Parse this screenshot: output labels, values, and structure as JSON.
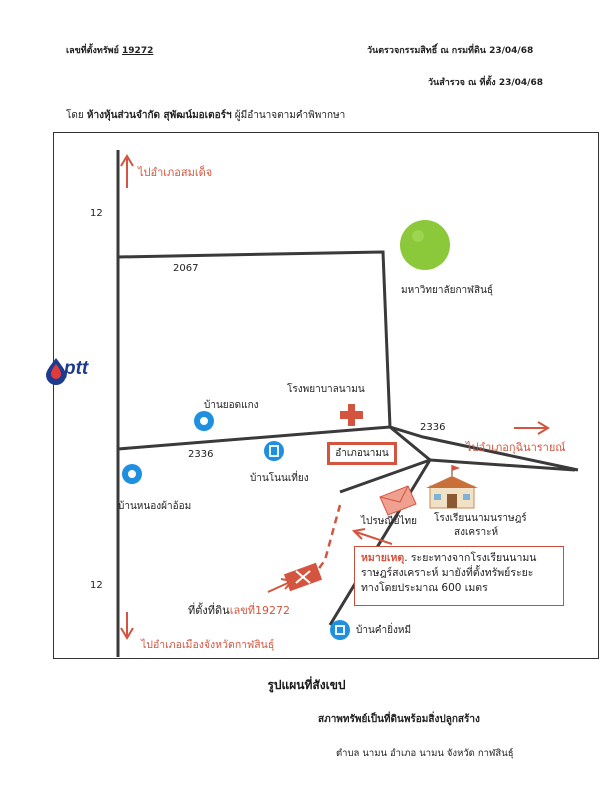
{
  "header": {
    "land_no_label": "เลขที่ตั้งทรัพย์",
    "land_no_value": "19272",
    "inspect_date": "วันตรวจกรรมสิทธิ์ ณ กรมที่ดิน 23/04/68",
    "survey_date": "วันสำรวจ ณ ที่ตั้ง 23/04/68",
    "by_line_prefix": "โดย",
    "by_line_company": "ห้างหุ้นส่วนจำกัด สุพัฒน์มอเตอร์ฯ",
    "by_line_suffix": "ผู้มีอำนาจตามคำพิพากษา"
  },
  "map": {
    "to_somdet": "ไปอำเภอสมเด็จ",
    "road_12_top": "12",
    "road_12_bottom": "12",
    "road_2067": "2067",
    "road_2336_left": "2336",
    "road_2336_right": "2336",
    "university": "มหาวิทยาลัยกาฬสินธุ์",
    "hospital": "โรงพยาบาลนามน",
    "ban_yot_kaeng": "บ้านยอดแกง",
    "ban_non_thiang": "บ้านโนนเที่ยง",
    "ban_nong_pha_om": "บ้านหนองผ้าอ้อม",
    "district": "อำเภอนามน",
    "to_kuchinarai": "ไปอำเภอกุฉินารายณ์",
    "post_office": "ไปรษณีย์ไทย",
    "school": "โรงเรียนนามนราษฎร์สงเคราะห์",
    "school_line1": "โรงเรียนนามนราษฎร์",
    "school_line2": "สงเคราะห์",
    "property_prefix": "ที่ตั้งที่ดิน",
    "property_no": "เลขที่19272",
    "to_mueang": "ไปอำเภอเมืองจังหวัดกาฬสินธุ์",
    "ban_kham_ying_mi": "บ้านคำยิ่งหมี",
    "ptt_logo": "ptt",
    "note_label": "หมายเหตุ",
    "note_line1": ". ระยะทางจากโรงเรียนนามน",
    "note_line2": "ราษฎร์สงเคราะห์ มายังที่ตั้งทรัพย์ระยะ",
    "note_line3": "ทางโดยประมาณ 600 เมตร"
  },
  "footer": {
    "title": "รูปแผนที่สังเขป",
    "subtitle": "สภาพทรัพย์เป็นที่ดินพร้อมสิ่งปลูกสร้าง",
    "location": "ตำบล นามน  อำเภอ นามน จังหวัด กาฬสินธุ์"
  },
  "colors": {
    "accent_red": "#d4553f",
    "road": "#3a3a3a",
    "village_blue": "#1f8fe0",
    "university_green": "#8bc83a"
  }
}
